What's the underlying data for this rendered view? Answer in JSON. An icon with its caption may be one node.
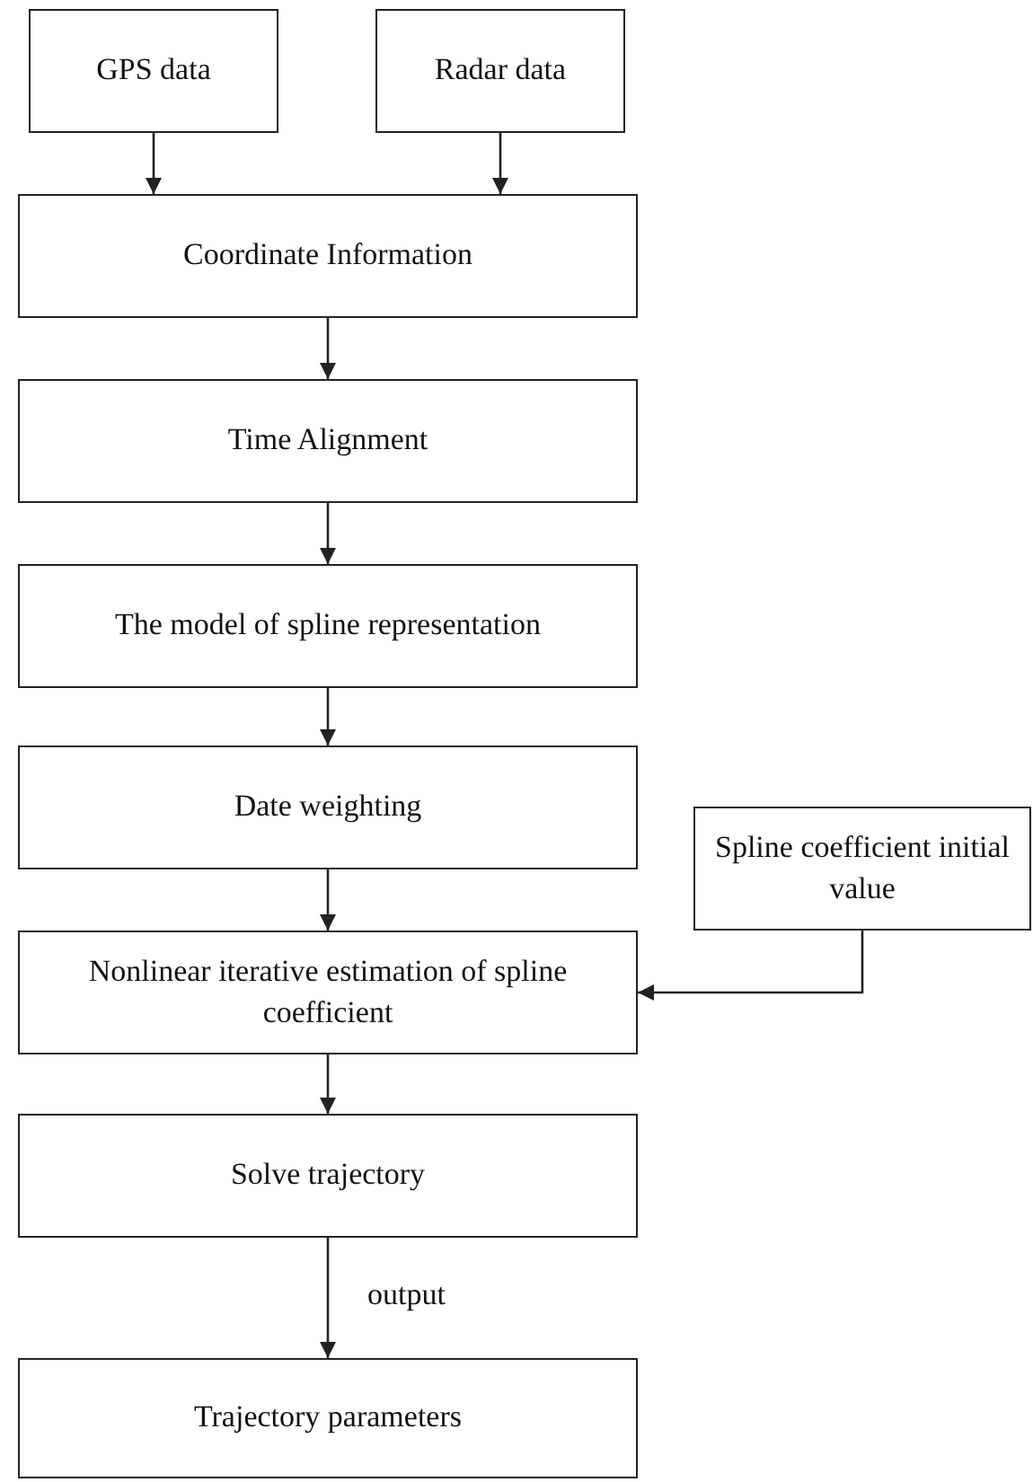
{
  "diagram": {
    "nodes": [
      {
        "text": [
          "GPS data"
        ]
      },
      {
        "text": [
          "Radar data"
        ]
      },
      {
        "text": [
          "Coordinate Information"
        ]
      },
      {
        "text": [
          "Time Alignment"
        ]
      },
      {
        "text": [
          "The model of spline representation"
        ]
      },
      {
        "text": [
          "Date weighting"
        ]
      },
      {
        "text": [
          "Spline coefficient initial value"
        ]
      },
      {
        "text": [
          "Nonlinear iterative estimation of spline coefficient"
        ]
      },
      {
        "text": [
          "Solve trajectory"
        ]
      },
      {
        "text": [
          "Trajectory parameters"
        ]
      }
    ],
    "edges": [
      {
        "from": 0,
        "to": 2,
        "arrow": "to"
      },
      {
        "from": 1,
        "to": 2,
        "arrow": "to"
      },
      {
        "from": 2,
        "to": 3,
        "arrow": "to"
      },
      {
        "from": 3,
        "to": 4,
        "arrow": "to"
      },
      {
        "from": 4,
        "to": 5,
        "arrow": "to"
      },
      {
        "from": 5,
        "to": 7,
        "arrow": "to"
      },
      {
        "from": 6,
        "to": 7,
        "arrow": "to"
      },
      {
        "from": 7,
        "to": 8,
        "arrow": "to"
      },
      {
        "from": 8,
        "to": 9,
        "arrow": "to",
        "label": "output"
      }
    ]
  }
}
